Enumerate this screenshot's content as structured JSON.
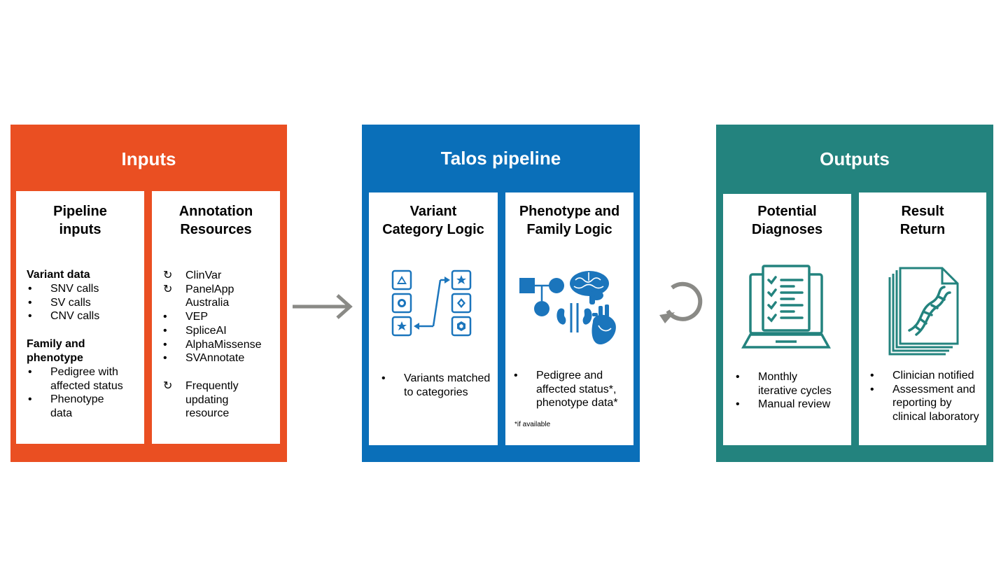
{
  "inputs": {
    "title": "Inputs",
    "pipeline_inputs": {
      "title_lines": [
        "Pipeline",
        "inputs"
      ],
      "variant_heading": "Variant data",
      "variant_items": [
        "SNV calls",
        "SV calls",
        "CNV calls"
      ],
      "family_heading_lines": [
        "Family and",
        "phenotype"
      ],
      "family_items": [
        [
          "Pedigree with",
          "affected status"
        ],
        [
          "Phenotype",
          "data"
        ]
      ]
    },
    "annotation": {
      "title_lines": [
        "Annotation",
        "Resources"
      ],
      "items": [
        {
          "marker": "↻",
          "lines": [
            "ClinVar"
          ]
        },
        {
          "marker": "↻",
          "lines": [
            "PanelApp",
            "Australia"
          ]
        },
        {
          "marker": "•",
          "lines": [
            "VEP"
          ]
        },
        {
          "marker": "•",
          "lines": [
            "SpliceAI"
          ]
        },
        {
          "marker": "•",
          "lines": [
            "AlphaMissense"
          ]
        },
        {
          "marker": "•",
          "lines": [
            "SVAnnotate"
          ]
        }
      ],
      "legend": {
        "marker": "↻",
        "lines": [
          "Frequently",
          "updating",
          "resource"
        ]
      }
    }
  },
  "talos": {
    "title": "Talos pipeline",
    "variant_logic": {
      "title_lines": [
        "Variant",
        "Category Logic"
      ],
      "items": [
        [
          "Variants matched",
          "to categories"
        ]
      ]
    },
    "phenotype_logic": {
      "title_lines": [
        "Phenotype and",
        "Family Logic"
      ],
      "items": [
        [
          "Pedigree and",
          "affected status*,",
          "phenotype data*"
        ]
      ],
      "footnote": "*if available"
    }
  },
  "outputs": {
    "title": "Outputs",
    "diagnoses": {
      "title_lines": [
        "Potential",
        "Diagnoses"
      ],
      "items": [
        [
          "Monthly",
          "iterative cycles"
        ],
        [
          "Manual review"
        ]
      ]
    },
    "result_return": {
      "title_lines": [
        "Result",
        "Return"
      ],
      "items": [
        [
          "Clinician notified"
        ],
        [
          "Assessment and",
          "reporting by",
          "clinical laboratory"
        ]
      ]
    }
  },
  "colors": {
    "inputs": "#ea4f22",
    "talos": "#0a6fb9",
    "outputs": "#23837e",
    "talos_icon": "#1b75bc",
    "outputs_icon": "#23837e",
    "arrow": "#8a8a86"
  }
}
